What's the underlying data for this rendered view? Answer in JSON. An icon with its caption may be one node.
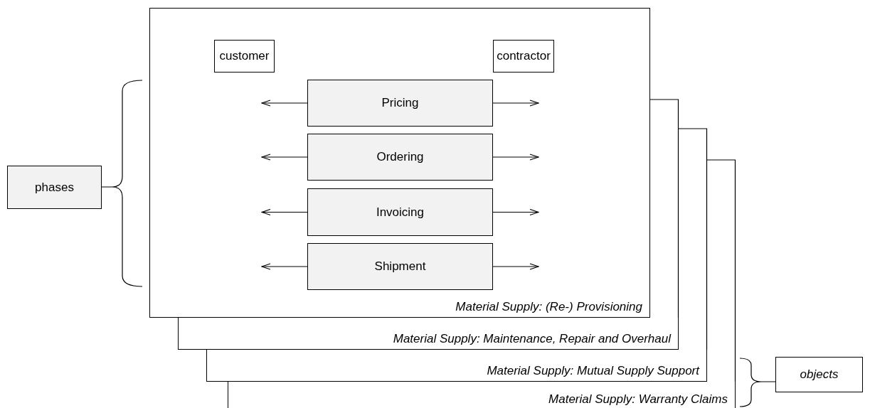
{
  "diagram": {
    "nodes": [
      {
        "text": [
          "Material Supply: (Re-) Provisioning"
        ]
      },
      {
        "text": [
          "customer"
        ],
        "in": 0
      },
      {
        "text": [
          "contractor"
        ],
        "in": 0
      },
      {
        "text": [
          "Pricing"
        ],
        "in": 0
      },
      {
        "text": [
          "Ordering"
        ],
        "in": 0
      },
      {
        "text": [
          "Invoicing"
        ],
        "in": 0
      },
      {
        "text": [
          "Shipment"
        ],
        "in": 0
      },
      {
        "text": [
          "phases"
        ]
      },
      {
        "text": [
          "Material Supply: Maintenance, Repair and Overhaul"
        ]
      },
      {
        "text": [
          "Material Supply: Mutual Supply Support"
        ]
      },
      {
        "text": [
          "Material Supply: Warranty Claims"
        ]
      },
      {
        "text": [
          "objects"
        ]
      }
    ],
    "edges": [
      {
        "from": 3,
        "to": null,
        "arrow": "to"
      },
      {
        "from": 3,
        "to": null,
        "arrow": "to"
      },
      {
        "from": 4,
        "to": null,
        "arrow": "to"
      },
      {
        "from": 4,
        "to": null,
        "arrow": "to"
      },
      {
        "from": 5,
        "to": null,
        "arrow": "to"
      },
      {
        "from": 5,
        "to": null,
        "arrow": "to"
      },
      {
        "from": 6,
        "to": null,
        "arrow": "to"
      },
      {
        "from": 6,
        "to": null,
        "arrow": "to"
      }
    ]
  }
}
